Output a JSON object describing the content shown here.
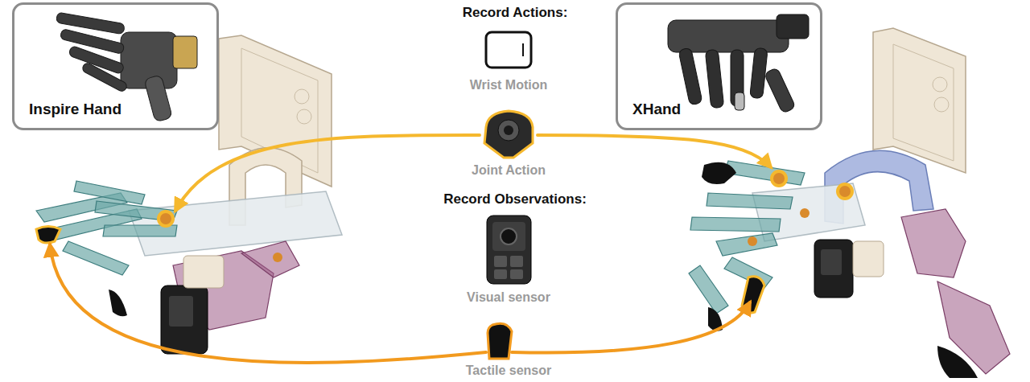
{
  "diagram": {
    "nodes": [
      {
        "text": [
          "Inspire Hand"
        ]
      },
      {
        "text": [
          "XHand"
        ]
      }
    ],
    "labels": [
      "Record Actions:",
      "Wrist Motion",
      "Joint Action",
      "Record Observations:",
      "Visual sensor",
      "Tactile sensor"
    ]
  }
}
